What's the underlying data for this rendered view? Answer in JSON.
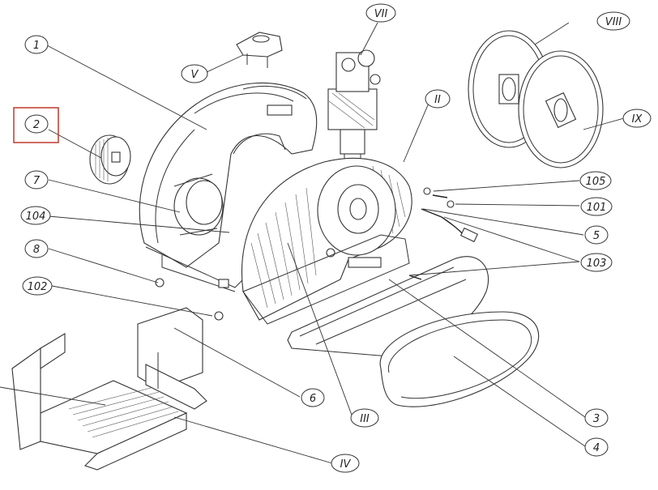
{
  "diagram": {
    "highlight_color": "#c0392b",
    "labels": {
      "l1": "1",
      "l2": "2",
      "l3": "3",
      "l4": "4",
      "l5": "5",
      "l6": "6",
      "l7": "7",
      "l8": "8",
      "l101": "101",
      "l102": "102",
      "l103": "103",
      "l104": "104",
      "l105": "105",
      "lII": "II",
      "lIII": "III",
      "lIV": "IV",
      "lV": "V",
      "lVII": "VII",
      "lVIII": "VIII",
      "lIX": "IX"
    }
  }
}
